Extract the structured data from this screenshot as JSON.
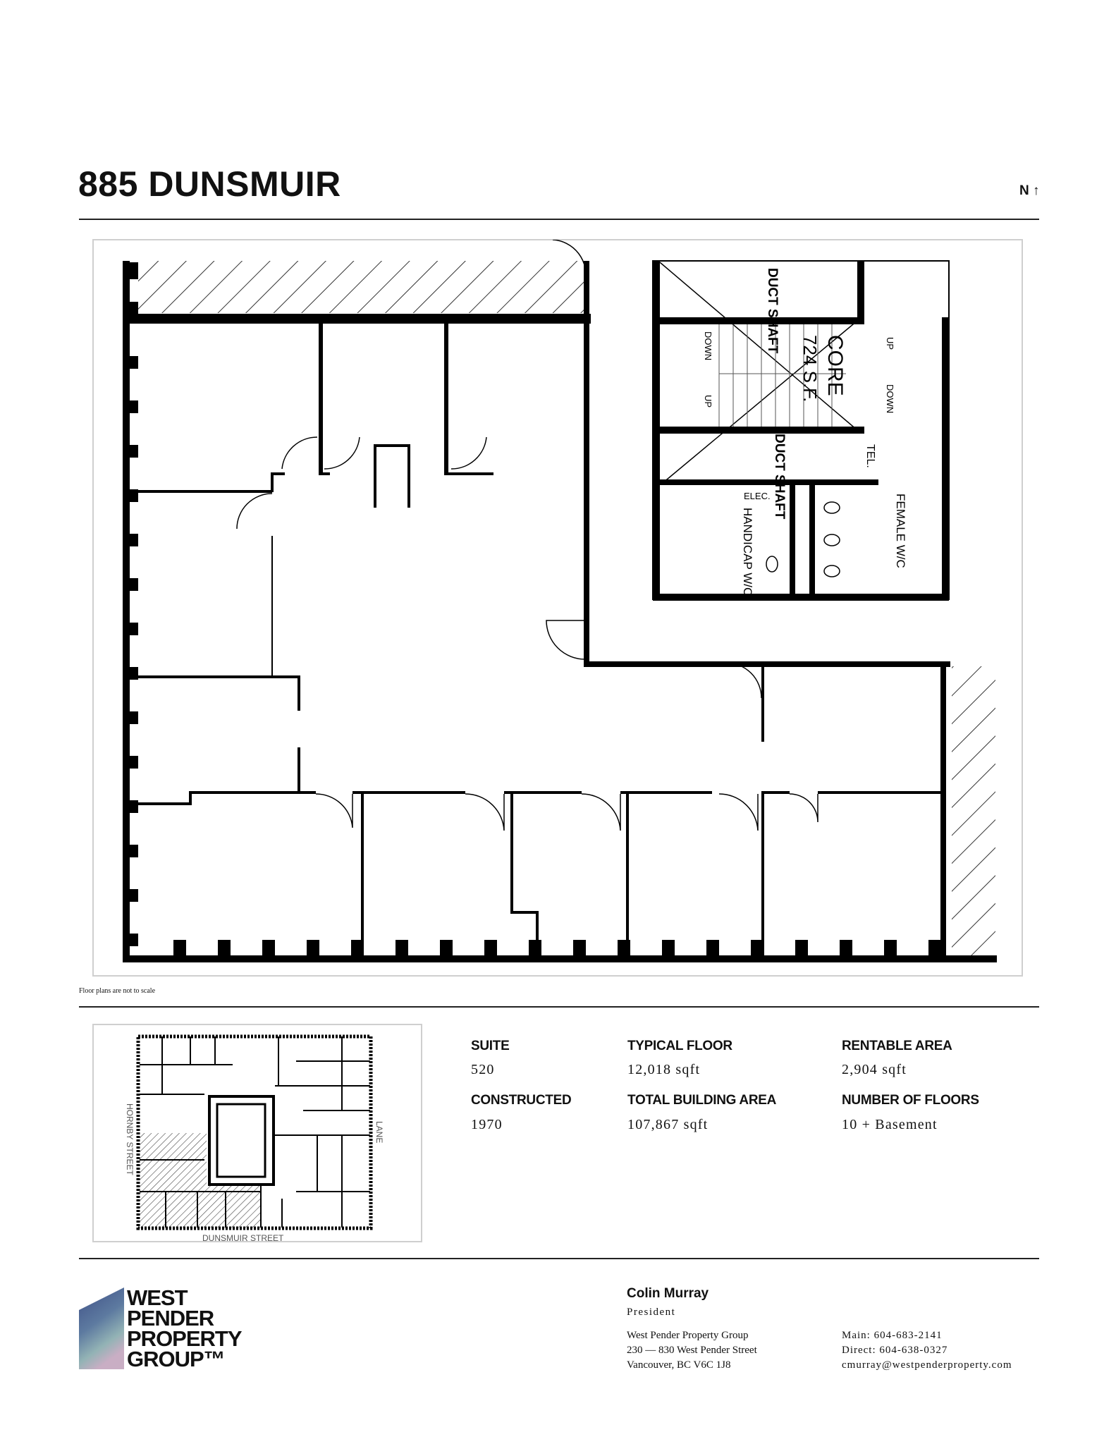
{
  "header": {
    "title": "885 DUNSMUIR",
    "north_label": "N",
    "north_icon": "arrow-up-icon"
  },
  "floor_plan": {
    "labels": {
      "duct_shaft_top": "DUCT SHAFT",
      "duct_shaft_bottom": "DUCT SHAFT",
      "core": "CORE",
      "core_area": "724 S.F.",
      "down_left": "DOWN",
      "up_left": "UP",
      "up_right": "UP",
      "down_right": "DOWN",
      "tel": "TEL.",
      "elec": "ELEC.",
      "handicap_wc": "HANDICAP W/C",
      "female_wc": "FEMALE W/C"
    },
    "note": "Floor plans are not to scale"
  },
  "key_plan": {
    "street_west": "HORNBY STREET",
    "street_east": "LANE",
    "street_south": "DUNSMUIR STREET"
  },
  "details": [
    {
      "label": "SUITE",
      "value": "520"
    },
    {
      "label": "TYPICAL FLOOR",
      "value": "12,018 sqft"
    },
    {
      "label": "RENTABLE AREA",
      "value": "2,904 sqft"
    },
    {
      "label": "CONSTRUCTED",
      "value": "1970"
    },
    {
      "label": "TOTAL BUILDING AREA",
      "value": "107,867 sqft"
    },
    {
      "label": "NUMBER OF FLOORS",
      "value": "10 + Basement"
    }
  ],
  "logo": {
    "lines": [
      "WEST",
      "PENDER",
      "PROPERTY",
      "GROUP™"
    ]
  },
  "contact": {
    "name": "Colin Murray",
    "title": "President",
    "address": [
      "West Pender Property Group",
      "230 — 830 West Pender Street",
      "Vancouver, BC V6C 1J8"
    ],
    "main_label": "Main:",
    "main": "604-683-2141",
    "direct_label": "Direct:",
    "direct": "604-638-0327",
    "email": "cmurray@westpenderproperty.com"
  }
}
